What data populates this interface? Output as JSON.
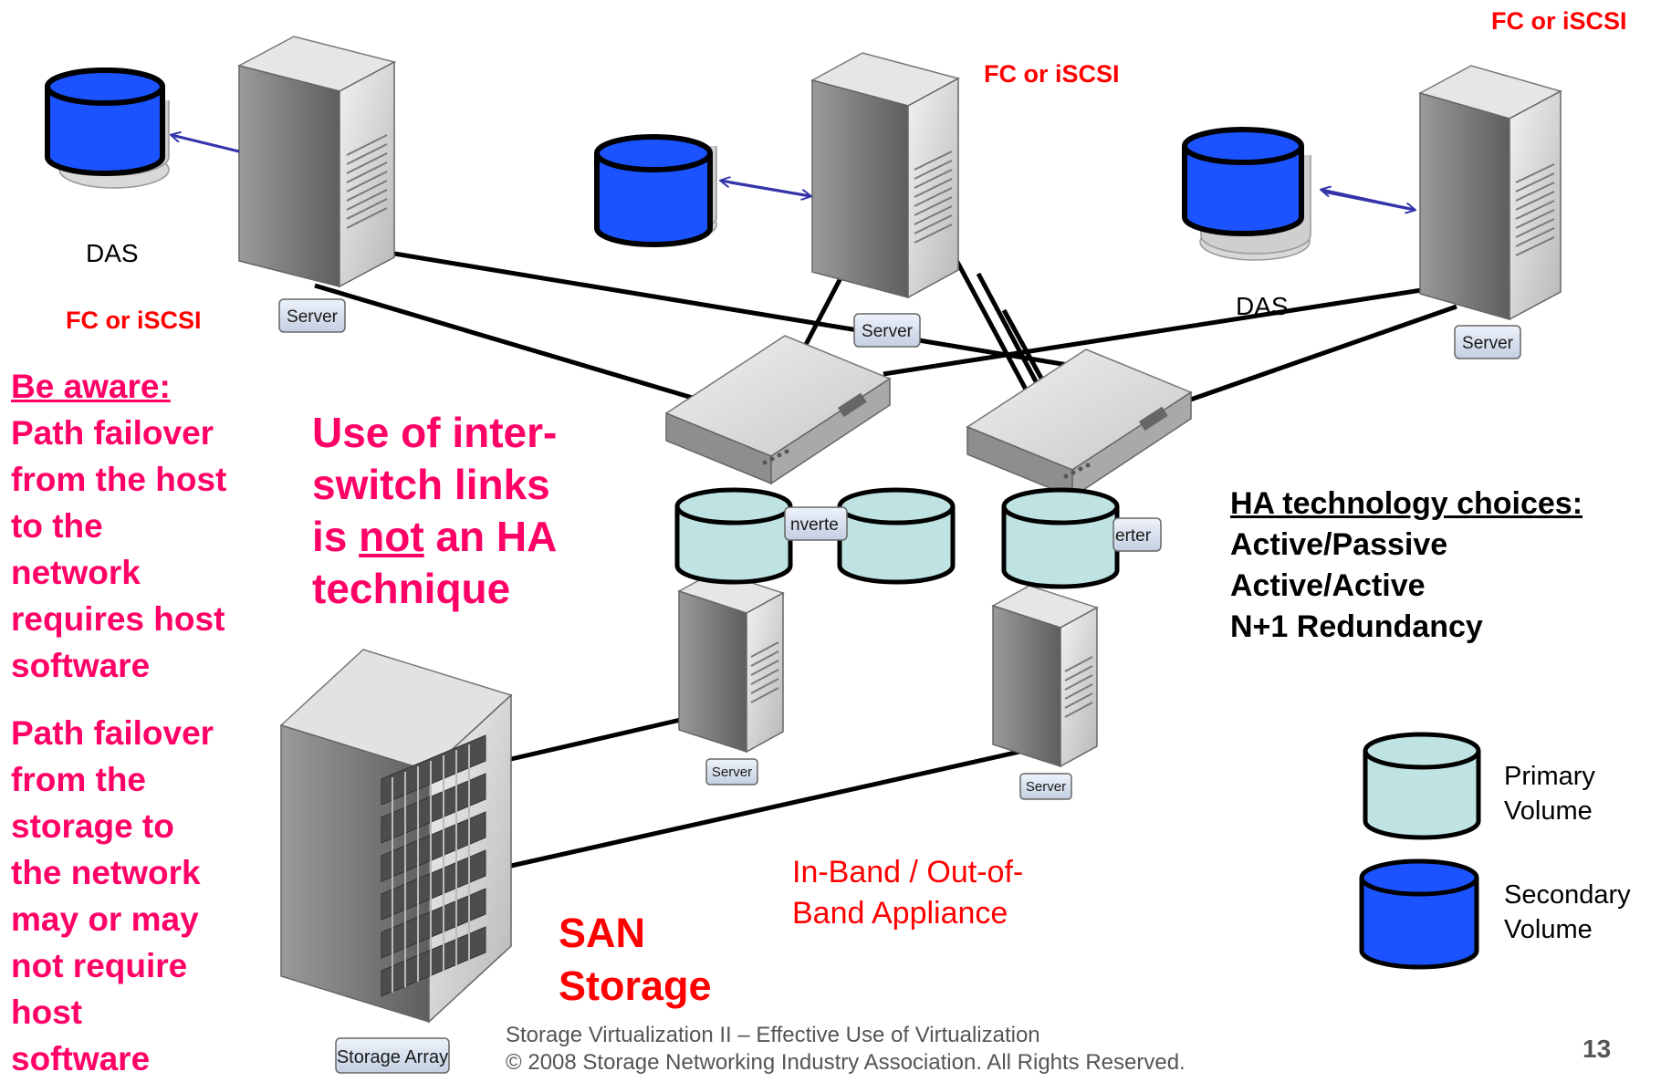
{
  "labels": {
    "fc_top_right": "FC or iSCSI",
    "fc_top_center": "FC or iSCSI",
    "fc_left": "FC or iSCSI",
    "das_left": "DAS",
    "das_right": "DAS",
    "server": "Server",
    "converter_left": "nverte",
    "converter_right": "erter",
    "storage_array": "Storage Array"
  },
  "be_aware": {
    "heading": "Be aware:",
    "lines1": [
      "Path failover",
      "from the host",
      "to the",
      "network",
      "requires host",
      "software"
    ],
    "lines2": [
      "Path failover",
      "from the",
      "storage to",
      "the network",
      "may or may",
      "not require",
      "host",
      "software"
    ]
  },
  "isl_note": {
    "line1": "Use of inter-",
    "line2": "switch links",
    "line3_prefix": "is ",
    "line3_underlined": "not",
    "line3_suffix": " an HA",
    "line4": "technique"
  },
  "ha": {
    "heading": "HA technology choices:",
    "items": [
      "Active/Passive",
      "Active/Active",
      "N+1 Redundancy"
    ]
  },
  "appliance_label": [
    "In-Band / Out-of-",
    "Band Appliance"
  ],
  "san_label": [
    "SAN",
    "Storage"
  ],
  "legend": {
    "primary": [
      "Primary",
      "Volume"
    ],
    "secondary": [
      "Secondary",
      "Volume"
    ]
  },
  "footer": {
    "line1": "Storage Virtualization II – Effective Use of Virtualization",
    "line2": "© 2008 Storage Networking Industry Association. All Rights Reserved.",
    "page": "13"
  },
  "colors": {
    "primary_volume": "#bfe3e3",
    "secondary_volume": "#1a53ff",
    "arrow": "#3333aa",
    "red": "#ff0000",
    "pink": "#ff0066"
  }
}
